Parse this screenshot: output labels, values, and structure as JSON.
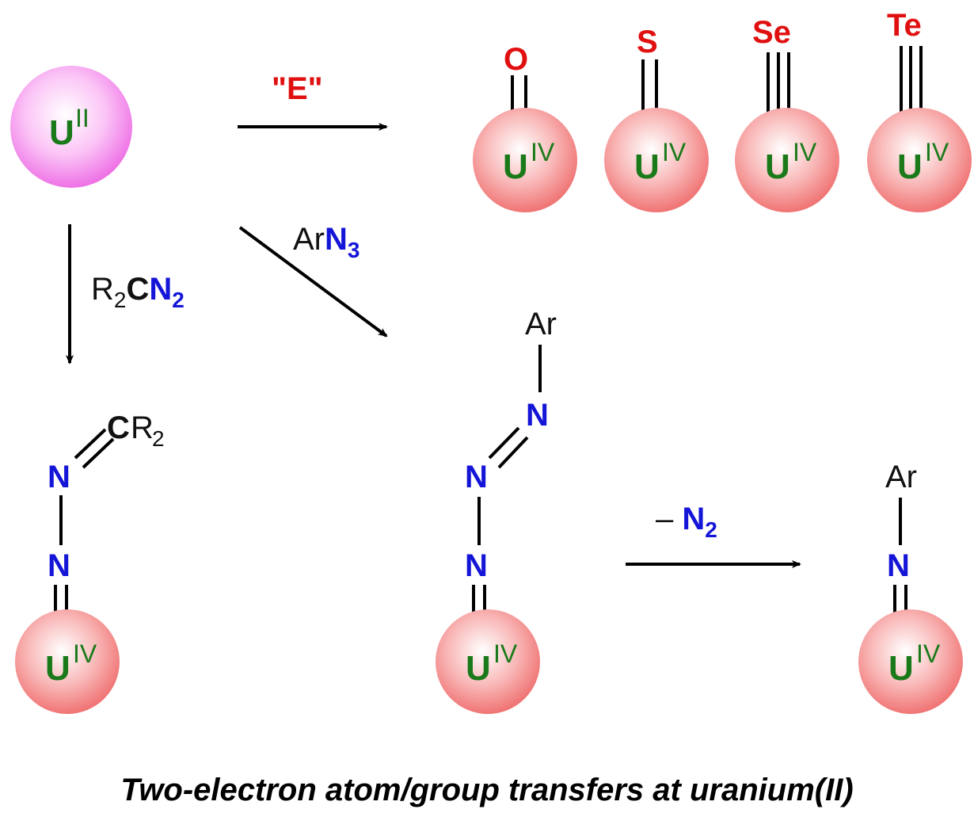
{
  "colors": {
    "uranium_label": "#1a7a1a",
    "nitrogen": "#1515d8",
    "chalcogen": "#e01010",
    "u2_sphere": "#f070e8",
    "u4_sphere": "#f27878"
  },
  "start": {
    "metal": "U",
    "oxidation": "II"
  },
  "product_metal": {
    "metal": "U",
    "oxidation": "IV"
  },
  "chalcogen_reagent": "\"E\"",
  "chalcogens": [
    "O",
    "S",
    "Se",
    "Te"
  ],
  "diazo_reagent": {
    "r": "R",
    "r_sub": "2",
    "c": "C",
    "n": "N",
    "n_sub": "2"
  },
  "azide_reagent": {
    "ar": "Ar",
    "n": "N",
    "n_sub": "3"
  },
  "diazo_product": {
    "c": "C",
    "r": "R",
    "r_sub": "2",
    "n1": "N",
    "n2": "N"
  },
  "azide_product": {
    "ar": "Ar",
    "n1": "N",
    "n2": "N",
    "n3": "N"
  },
  "loss_label": {
    "minus": "– ",
    "n": "N",
    "n_sub": "2"
  },
  "imido_product": {
    "ar": "Ar",
    "n": "N"
  },
  "caption": "Two-electron atom/group transfers at uranium(II)"
}
